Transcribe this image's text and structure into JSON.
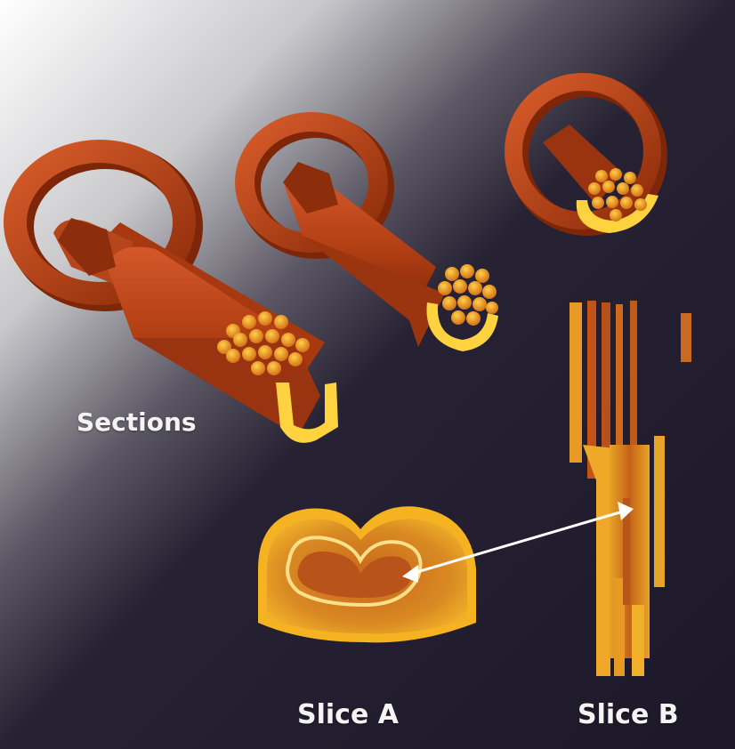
{
  "labels": {
    "sections": "Sections",
    "slice_a": "Slice A",
    "slice_b": "Slice B"
  },
  "colors": {
    "background_dark": "#1e1a2c",
    "background_light": "#ffffff",
    "copper_dark": "#8a2a08",
    "copper_mid": "#c0461a",
    "copper_light": "#e2702e",
    "gold": "#f5b321",
    "yellow": "#ffe04a",
    "arrow": "#ffffff"
  }
}
